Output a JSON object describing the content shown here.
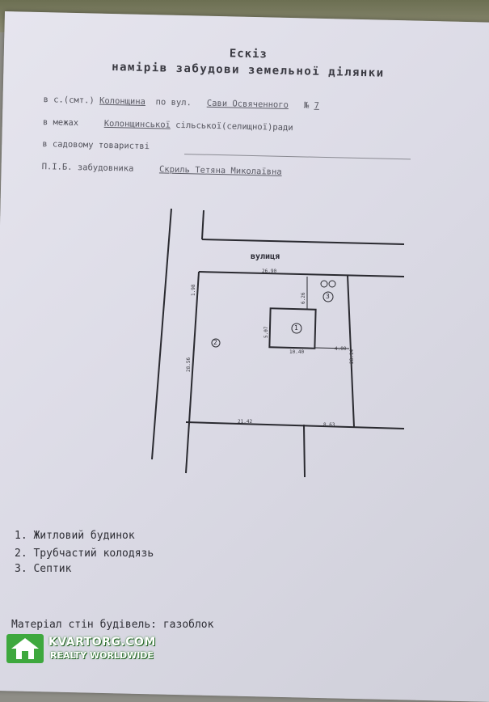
{
  "document": {
    "title_line1": "Ескіз",
    "title_line2": "намірів забудови земельної ділянки",
    "fields": {
      "village_prefix": "в с.(смт.)",
      "village_value": "Колонщина",
      "street_prefix": "по вул.",
      "street_value": "Сави Освяченного",
      "number_prefix": "№",
      "number_value": "7",
      "council_prefix": "в межах",
      "council_value": "Колонщинської",
      "council_suffix": "сільської(селищної)ради",
      "garden_prefix": "в садовому товаристві",
      "owner_prefix": "П.І.Б. забудовника",
      "owner_value": "Скриль Тетяна Миколаївна"
    }
  },
  "plan": {
    "street_label": "вулиця",
    "dimensions": {
      "top": "26.90",
      "left_top": "1.98",
      "left_side": "28.56",
      "house_gap": "6.26",
      "house_left": "5.07",
      "house_bottom": "10.40",
      "house_right_gap": "4.00",
      "right_side": "28.14",
      "bottom_left": "21.42",
      "bottom_right": "8.63"
    },
    "markers": {
      "house": "1",
      "well": "2",
      "septic": "3"
    }
  },
  "legend": [
    "1. Житловий будинок",
    "2. Трубчастий колодязь",
    "3. Септик"
  ],
  "footer_text": "Матеріал стін будівель: газоблок",
  "watermark": {
    "title": "KVARTORG.COM",
    "subtitle": "REALTY WORLDWIDE",
    "color": "#3ea83e"
  }
}
